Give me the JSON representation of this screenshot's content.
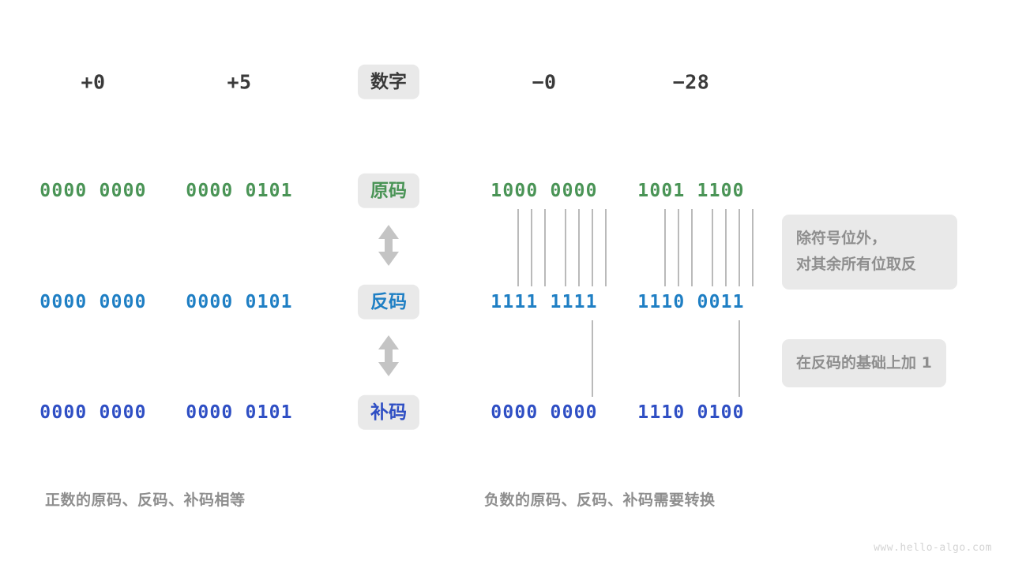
{
  "figure": {
    "title_row": {
      "label_chip": "数字",
      "columns": [
        {
          "name": "positive-zero",
          "value": "+0"
        },
        {
          "name": "positive-five",
          "value": "+5"
        },
        {
          "name": "negative-zero",
          "value": "−0"
        },
        {
          "name": "negative-twenty-eight",
          "value": "−28"
        }
      ]
    },
    "rows": [
      {
        "key": "yuan",
        "label_chip": "原码",
        "color": "#4a9456",
        "values": [
          "0000 0000",
          "0000 0101",
          "1000 0000",
          "1001 1100"
        ]
      },
      {
        "key": "fan",
        "label_chip": "反码",
        "color": "#1f7fc4",
        "values": [
          "0000 0000",
          "0000 0101",
          "1111 1111",
          "1110 0011"
        ]
      },
      {
        "key": "bu",
        "label_chip": "补码",
        "color": "#2f4fc4",
        "values": [
          "0000 0000",
          "0000 0101",
          "0000 0000",
          "1110 0100"
        ]
      }
    ],
    "notes": [
      {
        "key": "invert",
        "text": "除符号位外，\n对其余所有位取反"
      },
      {
        "key": "plus-one",
        "text": "在反码的基础上加 1"
      }
    ],
    "captions": [
      {
        "key": "positive",
        "text": "正数的原码、反码、补码相等"
      },
      {
        "key": "negative",
        "text": "负数的原码、反码、补码需要转换"
      }
    ],
    "watermark": "www.hello-algo.com",
    "colors": {
      "chip_background": "#e9e9e9",
      "note_background": "#e9e9e9",
      "note_text": "#8e8e8e",
      "caption_text": "#8e8e8e",
      "header_text": "#3a3a3a",
      "connector_line": "#8c8c8c",
      "arrow": "#c4c4c4",
      "watermark": "#d4d4d4",
      "page_background": "#ffffff"
    }
  }
}
